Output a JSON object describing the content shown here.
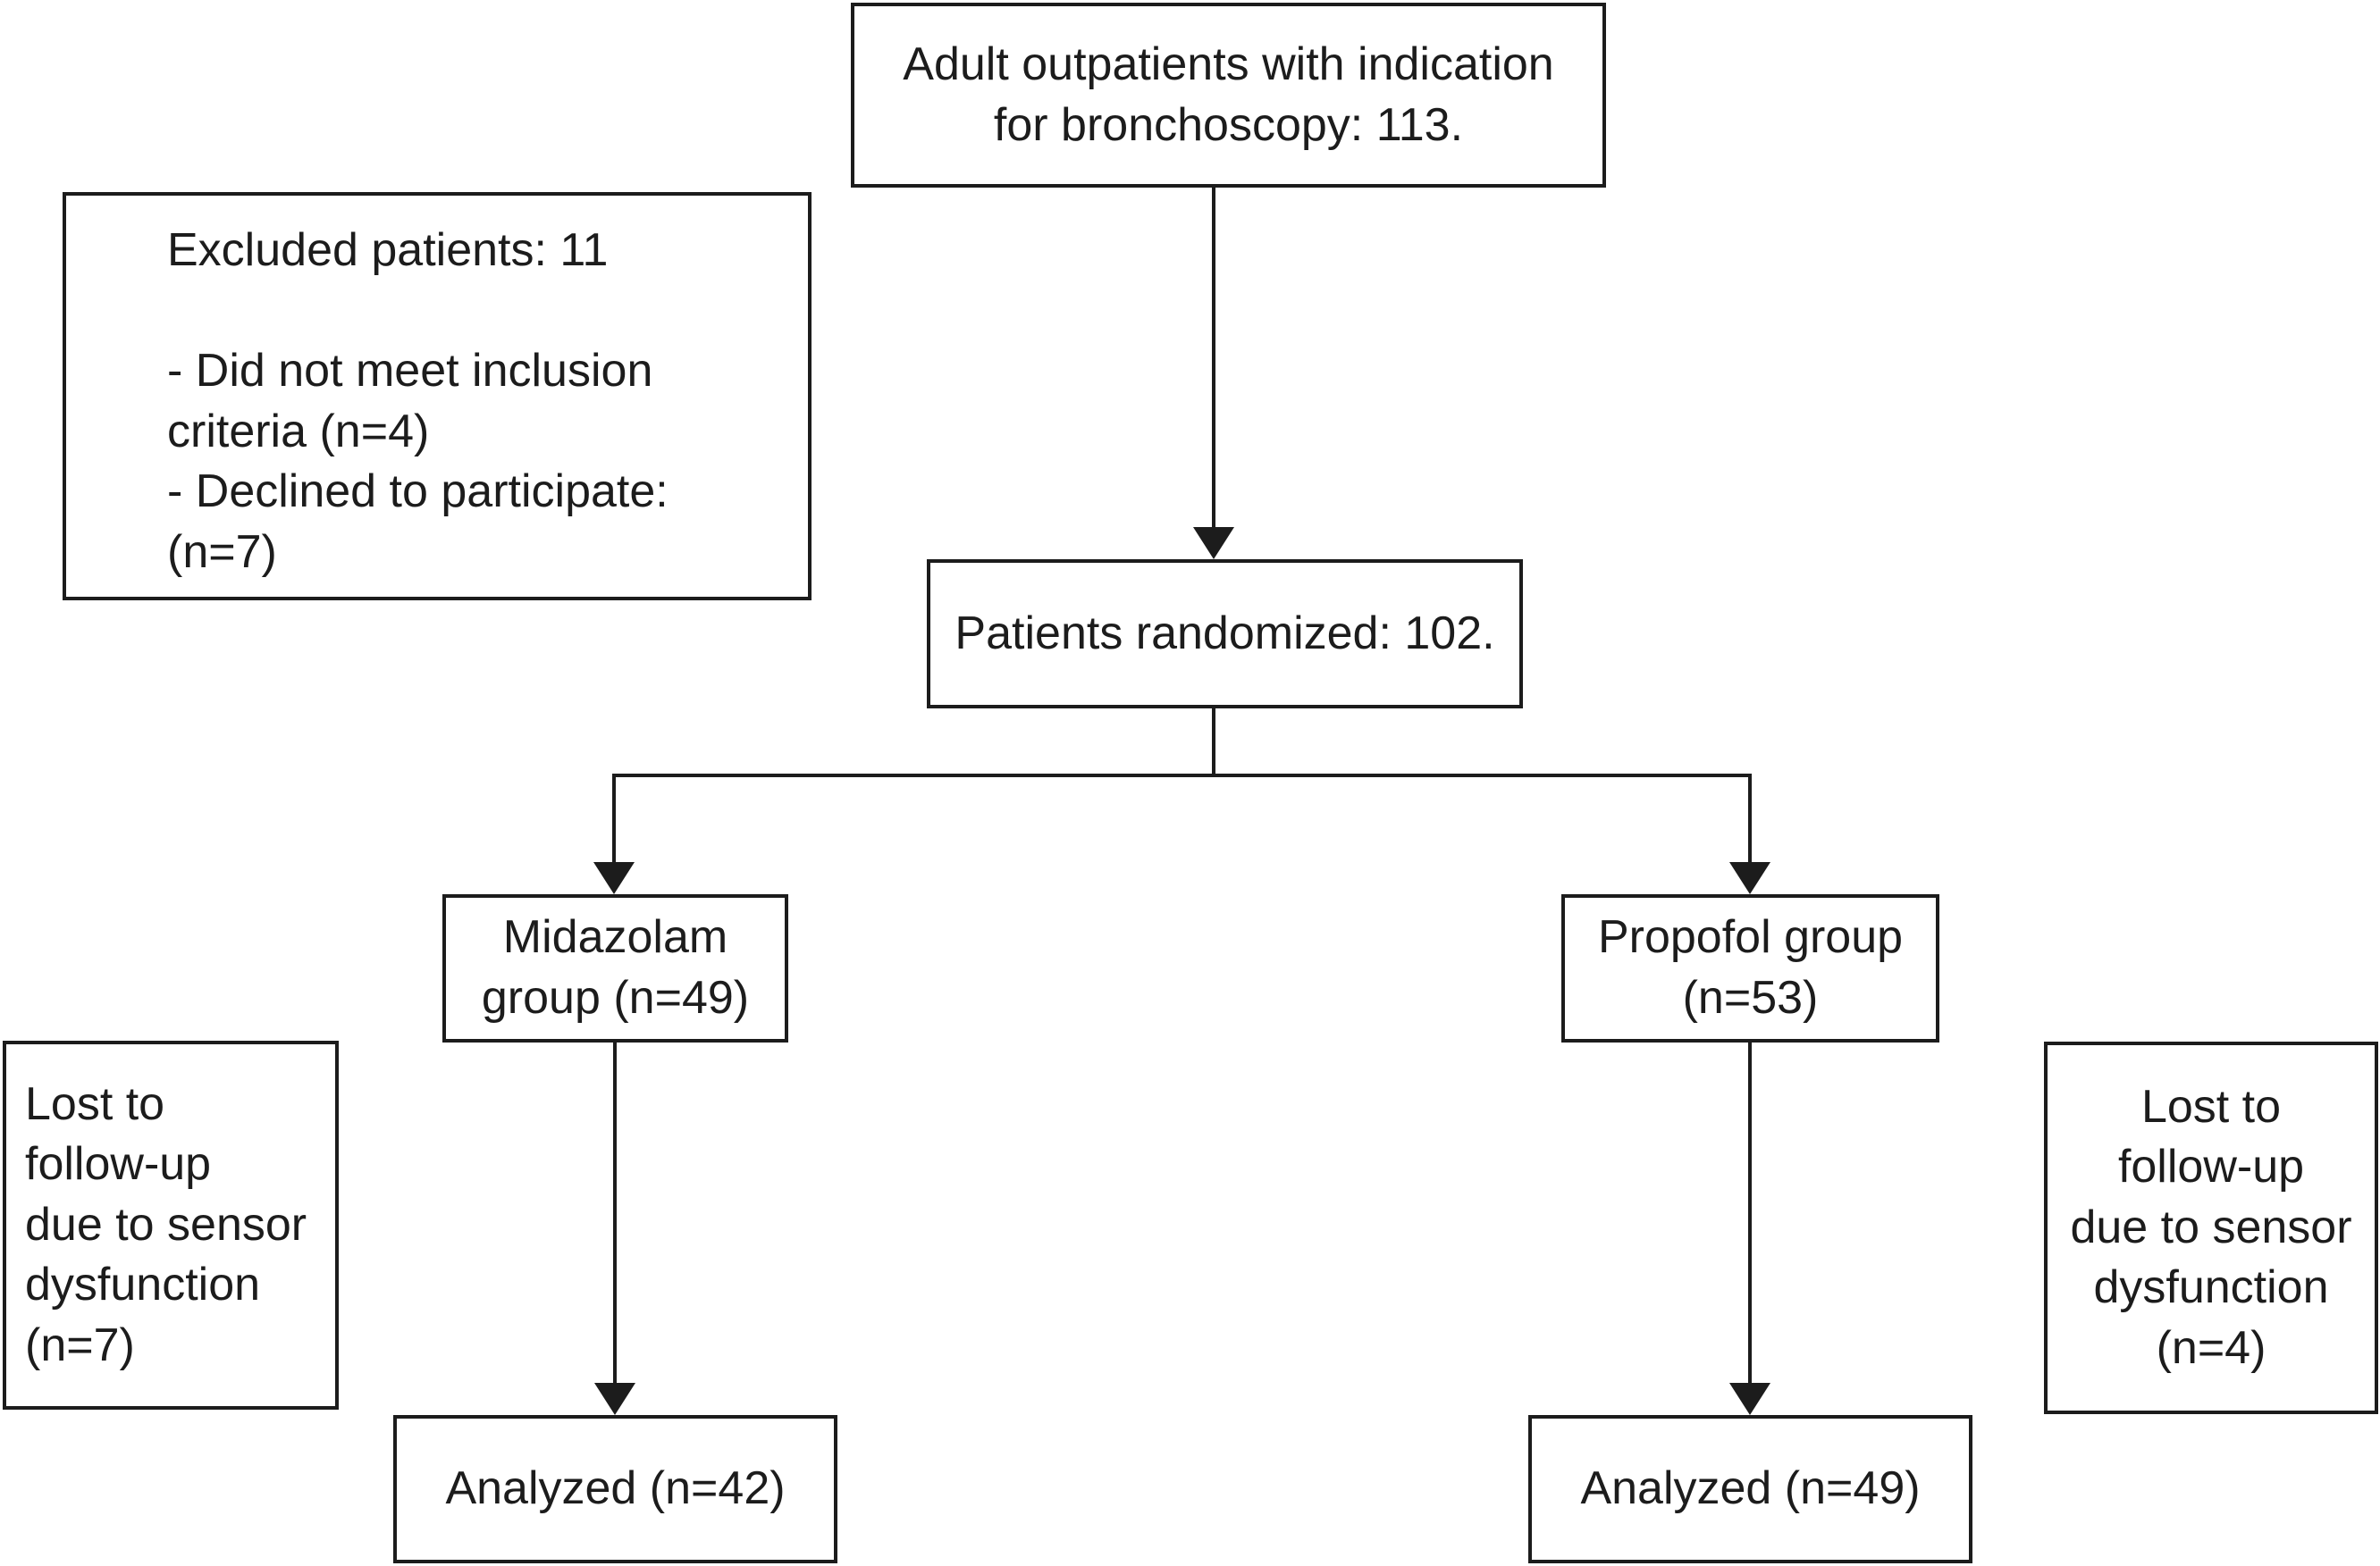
{
  "colors": {
    "ink": "#1c1c1c",
    "background": "#ffffff"
  },
  "nodes": {
    "enrollment": {
      "lines": [
        "Adult outpatients with indication",
        "for bronchoscopy: 113."
      ]
    },
    "excluded": {
      "lines": [
        "Excluded patients: 11",
        "",
        "- Did not meet inclusion",
        "criteria (n=4)",
        "- Declined to participate:",
        "(n=7)"
      ]
    },
    "randomized": {
      "lines": [
        "Patients randomized: 102."
      ]
    },
    "midazolam_group": {
      "lines": [
        "Midazolam",
        "group (n=49)"
      ]
    },
    "propofol_group": {
      "lines": [
        "Propofol group",
        "(n=53)"
      ]
    },
    "lost_left": {
      "lines": [
        "Lost to",
        "follow-up",
        "due to sensor",
        "dysfunction",
        "(n=7)"
      ]
    },
    "lost_right": {
      "lines": [
        "Lost to",
        "follow-up",
        "due to sensor",
        "dysfunction",
        "(n=4)"
      ]
    },
    "analyzed_left": {
      "lines": [
        "Analyzed (n=42)"
      ]
    },
    "analyzed_right": {
      "lines": [
        "Analyzed (n=49)"
      ]
    }
  }
}
